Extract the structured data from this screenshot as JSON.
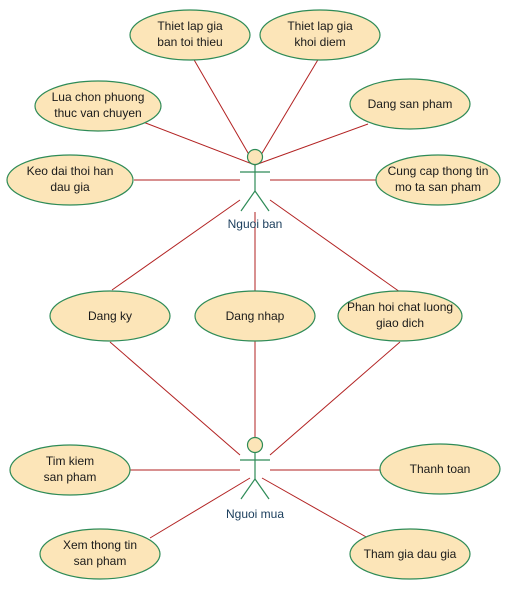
{
  "actors": {
    "seller": {
      "label": "Nguoi ban"
    },
    "buyer": {
      "label": "Nguoi mua"
    }
  },
  "use_cases": {
    "thiet_lap_gia_toi_thieu": [
      "Thiet lap gia",
      "ban toi thieu"
    ],
    "thiet_lap_gia_khoi_diem": [
      "Thiet lap gia",
      "khoi diem"
    ],
    "lua_chon_van_chuyen": [
      "Lua chon phuong",
      "thuc van chuyen"
    ],
    "dang_san_pham": [
      "Dang san pham"
    ],
    "keo_dai_thoi_han": [
      "Keo dai thoi han",
      "dau gia"
    ],
    "cung_cap_thong_tin": [
      "Cung cap thong tin",
      "mo ta san pham"
    ],
    "dang_ky": [
      "Dang ky"
    ],
    "dang_nhap": [
      "Dang nhap"
    ],
    "phan_hoi": [
      "Phan hoi chat luong",
      "giao dich"
    ],
    "tim_kiem": [
      "Tim kiem",
      "san pham"
    ],
    "thanh_toan": [
      "Thanh toan"
    ],
    "xem_thong_tin": [
      "Xem thong tin",
      "san pham"
    ],
    "tham_gia_dau_gia": [
      "Tham gia dau gia"
    ]
  },
  "colors": {
    "usecase_fill": "#fce5b8",
    "outline": "#2e8b57",
    "association": "#b22222",
    "actor_label": "#1a3d5c"
  }
}
